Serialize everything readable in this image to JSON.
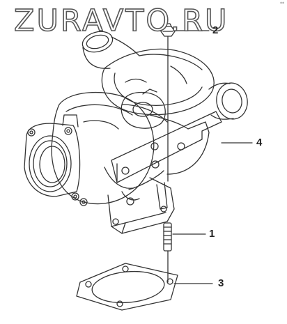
{
  "watermark": "ZURAVTO.RU",
  "corner_mark": "**",
  "callouts": [
    {
      "id": "1",
      "label": "1"
    },
    {
      "id": "2",
      "label": "2"
    },
    {
      "id": "3",
      "label": "3"
    },
    {
      "id": "4",
      "label": "4"
    }
  ],
  "colors": {
    "line": "#333333",
    "watermark_stroke": "#555555",
    "background": "#ffffff"
  }
}
